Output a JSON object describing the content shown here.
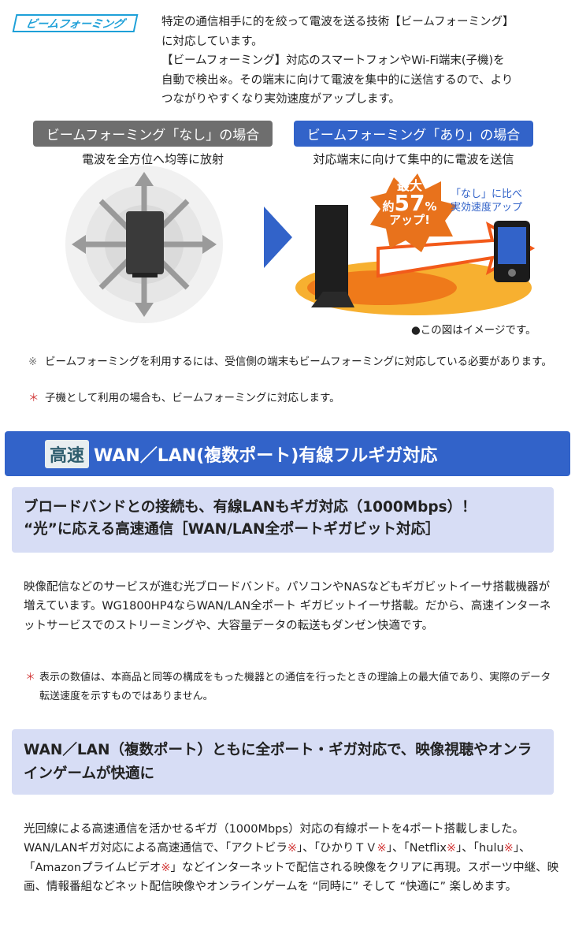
{
  "logo": "ビームフォーミング",
  "intro": [
    "特定の通信相手に的を絞って電波を送る技術【ビームフォーミング】",
    "に対応しています。",
    "【ビームフォーミング】対応のスマートフォンやWi-Fi端末(子機)を",
    "自動で検出※。その端末に向けて電波を集中的に送信するので、より",
    "つながりやすくなり実効速度がアップします。"
  ],
  "compare": {
    "without": {
      "label": "ビームフォーミング「なし」の場合",
      "caption": "電波を全方位へ均等に放射"
    },
    "with": {
      "label": "ビームフォーミング「あり」の場合",
      "caption": "対応端末に向けて集中的に電波を送信"
    },
    "burst": {
      "line1": "最大",
      "prefix": "約",
      "value": "57",
      "unit": "%",
      "line3": "アップ!"
    },
    "callout": [
      "「なし」に比べ",
      "実効速度アップ"
    ],
    "image_note": "●この図はイメージです。"
  },
  "notes": [
    {
      "mark": "※",
      "text": "ビームフォーミングを利用するには、受信側の端末もビームフォーミングに対応している必要があります。"
    },
    {
      "mark": "＊",
      "text": "子機として利用の場合も、ビームフォーミングに対応します。"
    }
  ],
  "section": {
    "badge": "高速",
    "title": "WAN／LAN(複数ポート)有線フルギガ対応"
  },
  "box1": [
    "ブロードバンドとの接続も、有線LANもギガ対応（1000Mbps）！",
    "“光”に応える高速通信［WAN/LAN全ポートギガビット対応］"
  ],
  "para1": "映像配信などのサービスが進む光ブロードバンド。パソコンやNASなどもギガビットイーサ搭載機器が増えています。WG1800HP4ならWAN/LAN全ポート ギガビットイーサ搭載。だから、高速インターネットサービスでのストリーミングや、大容量データの転送もダンゼン快適です。",
  "note2": {
    "mark": "＊",
    "text": "表示の数値は、本商品と同等の構成をもった機器との通信を行ったときの理論上の最大値であり、実際のデータ転送速度を示すものではありません。"
  },
  "box2": "WAN／LAN（複数ポート）ともに全ポート・ギガ対応で、映像視聴やオンラインゲームが快適に",
  "para2": {
    "l1": "光回線による高速通信を活かせるギガ（1000Mbps）対応の有線ポートを4ポート搭載しました。",
    "a": "WAN/LANギガ対応による高速通信で、「アクトビラ",
    "b": "」、「ひかりＴＶ",
    "c": "」、「Netflix",
    "d": "」、「hulu",
    "e": "」、「Amazonプライムビデオ",
    "f": "」などインターネットで配信される映像をクリアに再現。スポーツ中継、映画、情報番組などネット配信映像やオンラインゲームを “同時に” そして “快適に” 楽しめます。",
    "mark": "※"
  }
}
